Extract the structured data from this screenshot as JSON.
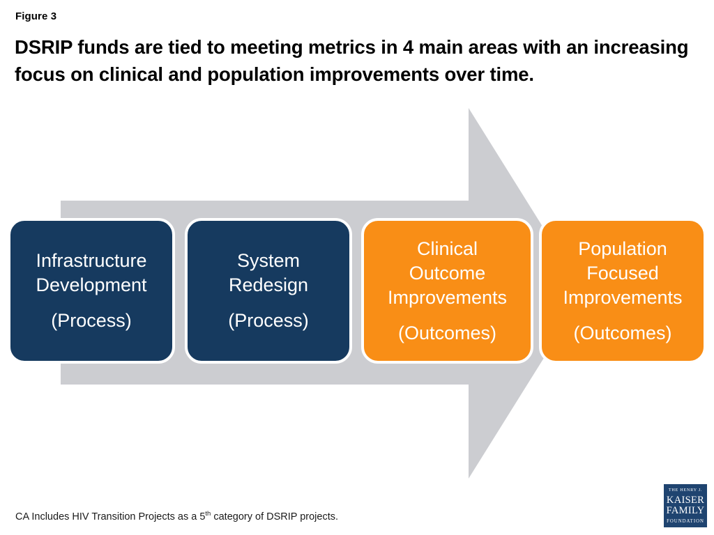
{
  "figure": {
    "label": "Figure 3",
    "headline": "DSRIP funds are tied to meeting metrics in 4 main areas with an increasing focus on clinical and population improvements over time."
  },
  "colors": {
    "navy": "#163A5F",
    "orange": "#F98E16",
    "arrow_gray": "#CCCDD1",
    "box_border": "#FFFFFF",
    "background": "#FFFFFF",
    "logo_navy": "#1F4470"
  },
  "arrow": {
    "name": "rightward-progress-arrow",
    "direction": "right",
    "fill": "#CCCDD1"
  },
  "boxes": [
    {
      "id": "infrastructure-development",
      "title": "Infrastructure\nDevelopment",
      "subtitle": "(Process)",
      "color": "navy",
      "order": 1
    },
    {
      "id": "system-redesign",
      "title": "System\nRedesign",
      "subtitle": "(Process)",
      "color": "navy",
      "order": 2
    },
    {
      "id": "clinical-outcome-improvements",
      "title": "Clinical\nOutcome\nImprovements",
      "subtitle": "(Outcomes)",
      "color": "orange",
      "order": 3
    },
    {
      "id": "population-focused-improvements",
      "title": "Population\nFocused\nImprovements",
      "subtitle": "(Outcomes)",
      "color": "orange",
      "order": 4
    }
  ],
  "footnote": {
    "text_before": "CA Includes HIV Transition Projects as a 5",
    "superscript": "th",
    "text_after": " category of DSRIP projects."
  },
  "logo": {
    "line1": "THE HENRY J.",
    "line2": "KAISER",
    "line3": "FAMILY",
    "line4": "FOUNDATION"
  }
}
